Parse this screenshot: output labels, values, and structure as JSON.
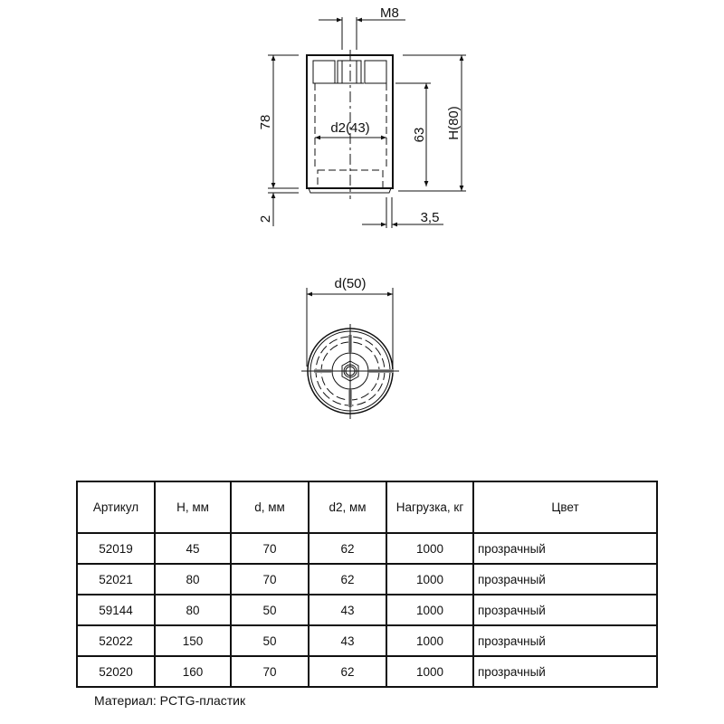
{
  "drawing": {
    "side_view": {
      "thread_label": "M8",
      "height_78": "78",
      "base_2": "2",
      "inner_63": "63",
      "total_height": "H(80)",
      "inner_diameter": "d2(43)",
      "offset_3_5": "3,5"
    },
    "top_view": {
      "diameter": "d(50)"
    }
  },
  "table": {
    "headers": [
      "Артикул",
      "H, мм",
      "d, мм",
      "d2, мм",
      "Нагрузка, кг",
      "Цвет"
    ],
    "rows": [
      [
        "52019",
        "45",
        "70",
        "62",
        "1000",
        "прозрачный"
      ],
      [
        "52021",
        "80",
        "70",
        "62",
        "1000",
        "прозрачный"
      ],
      [
        "59144",
        "80",
        "50",
        "43",
        "1000",
        "прозрачный"
      ],
      [
        "52022",
        "150",
        "50",
        "43",
        "1000",
        "прозрачный"
      ],
      [
        "52020",
        "160",
        "70",
        "62",
        "1000",
        "прозрачный"
      ]
    ]
  },
  "footer": {
    "material": "Материал: PCTG-пластик"
  }
}
